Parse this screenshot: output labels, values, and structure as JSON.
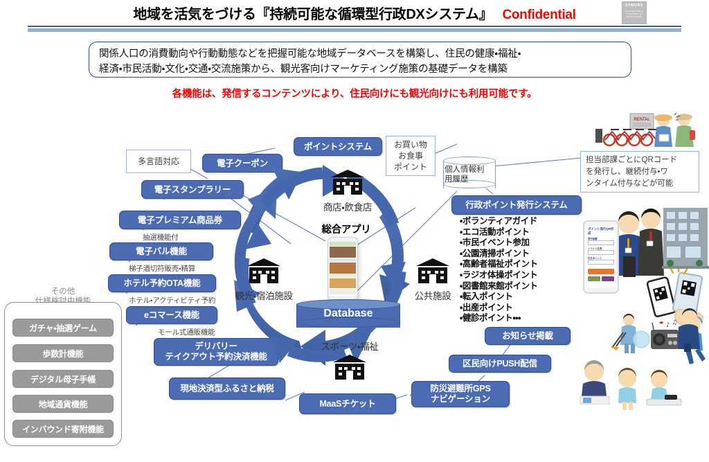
{
  "header": {
    "title": "地域を活気をづける『持続可能な循環型行政DXシステム』",
    "confidential": "Confidential",
    "logo_main": "SYMONS",
    "logo_sub": "EARNEPOINTS PORTFOLIO PURCHASES"
  },
  "description": {
    "line1": "関係人口の消費動向や行動動態などを把握可能な地域データベースを構築し、住民の健康・福祉・",
    "line2": "経済・市民活動・文化・交通・交流施策から、観光客向けマーケティング施策の基礎データを構築",
    "red_note": "各機能は、発信するコンテンツにより、住民向けにも観光向けにも利用可能です。"
  },
  "left_nodes": {
    "multilingual": "多言語対応",
    "e_coupon": "電子クーポン",
    "stamp_rally": "電子スタンプラリー",
    "premium_voucher": "電子プレミアム商品券",
    "e_bar": "電子バル機能",
    "hotel_ota": "ホテル予約OTA機能",
    "ecommerce": "eコマース機能",
    "delivery_l1": "デリバリー",
    "delivery_l2": "テイクアウト予約決済機能",
    "furusato": "現地決済型ふるさと納税",
    "maas": "MaaSチケット"
  },
  "left_captions": {
    "lottery": "抽選機能付",
    "hashigo": "梯子酒切符販売・精算",
    "hotel_activity": "ホテル・アクティビティ予約",
    "mall": "モール式通販機能"
  },
  "other_group": {
    "title_line1": "その他",
    "title_line2": "仕様検討中機能",
    "items": [
      "ガチャ・抽選ゲーム",
      "歩数計機能",
      "デジタル母子手帳",
      "地域通貨機能",
      "インバウンド寄附機能"
    ]
  },
  "cycle": {
    "point_system": "ポイントシステム",
    "shopping_note_l1": "お買い物",
    "shopping_note_l2": "お食事",
    "shopping_note_l3": "ポイント",
    "privacy_l1": "個人情報利",
    "privacy_l2": "用履歴",
    "app_label": "総合アプリ",
    "database": "Database",
    "facilities": [
      "商店・飲食店",
      "公共施設",
      "スポーツ・福祉",
      "観光・宿泊施設"
    ]
  },
  "right_nodes": {
    "admin_point_system": "行政ポイント発行システム",
    "notice": "お知らせ掲載",
    "push": "区民向けPUSH配信",
    "gps_l1": "防災避難所GPS",
    "gps_l2": "ナビゲーション",
    "qr_note_l1": "担当部課ごとにQRコード",
    "qr_note_l2": "を発行し、継続付与・ワ",
    "qr_note_l3": "ンタイム付与などが可能"
  },
  "point_list": [
    "・ボランティアガイド",
    "・エコ活動ポイント",
    "・市民イベント参加",
    "・公園清掃ポイント",
    "・高齢者福祉ポイント",
    "・ラジオ体操ポイント",
    "・図書館来館ポイント",
    "・転入ポイント",
    "・出産ポイント",
    "・健診ポイント・・・"
  ],
  "illustrations": {
    "rental_sign": "RENTAL",
    "bikes": "rental-bicycles-illustration",
    "tourists": "tourists-illustration",
    "staff": "municipal-staff-illustration",
    "qr_phone": "qr-code-phone-illustration",
    "building": "apartment-building-illustration",
    "children": "children-illustration",
    "cleaning": "cleaning-volunteer-illustration",
    "radio": "radio-exercise-illustration",
    "walker": "walking-person-illustration",
    "elderly": "elderly-person-illustration",
    "phone_mockup": "point-issue-app-mockup"
  },
  "colors": {
    "node_blue": "#4b6cb3",
    "node_border": "#2f4d8f",
    "accent_red": "#ff0000",
    "rule_dark": "#3b5aa0",
    "rule_light": "#93aede",
    "gray_node": "#9a9a9a",
    "arrow_blue": "#4567ae"
  }
}
